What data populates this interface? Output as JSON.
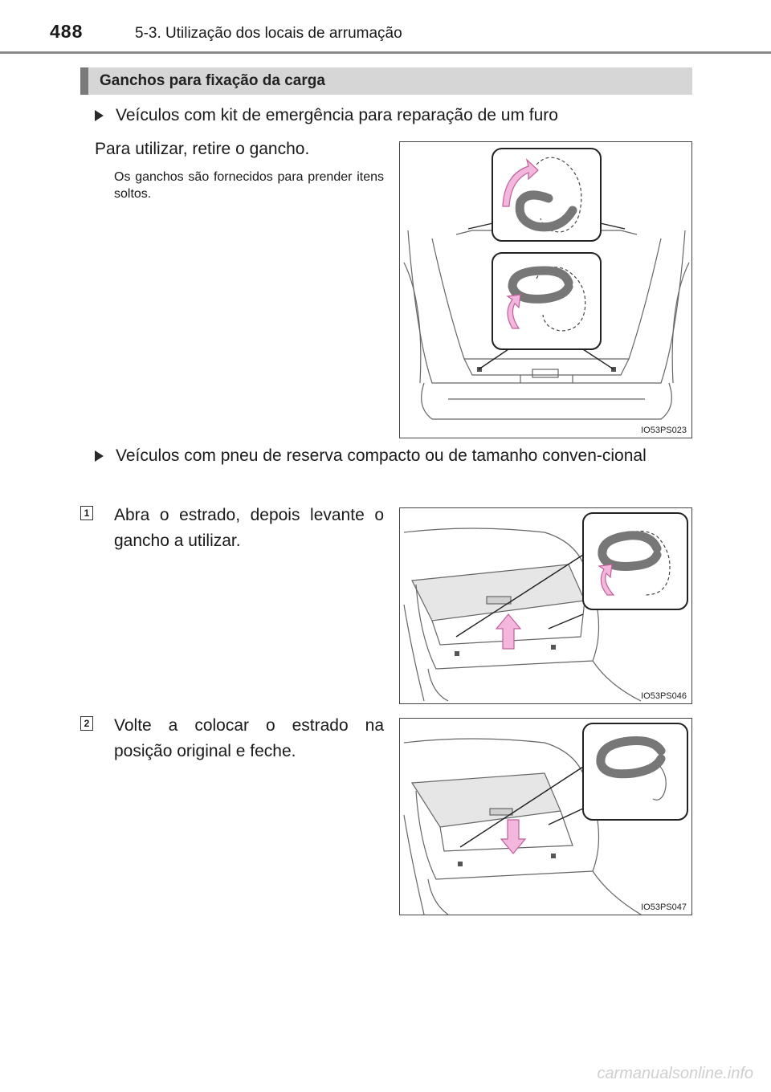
{
  "header": {
    "page_number": "488",
    "chapter": "5-3. Utilização dos locais de arrumação"
  },
  "section": {
    "title": "Ganchos para fixação da carga"
  },
  "blocks": [
    {
      "bullet": "Veículos com kit de emergência para reparação de um furo",
      "text": "Para utilizar, retire o gancho.",
      "note": "Os ganchos são fornecidos para prender itens soltos.",
      "figure_code": "IO53PS023"
    },
    {
      "bullet": "Veículos com pneu de reserva compacto ou de tamanho conven-cional",
      "steps": [
        {
          "number": "1",
          "text": "Abra o estrado, depois levante o gancho a utilizar.",
          "figure_code": "IO53PS046"
        },
        {
          "number": "2",
          "text": "Volte a colocar o estrado na posição original e feche.",
          "figure_code": "IO53PS047"
        }
      ]
    }
  ],
  "footer": {
    "site": "carmanualsonline.info"
  }
}
